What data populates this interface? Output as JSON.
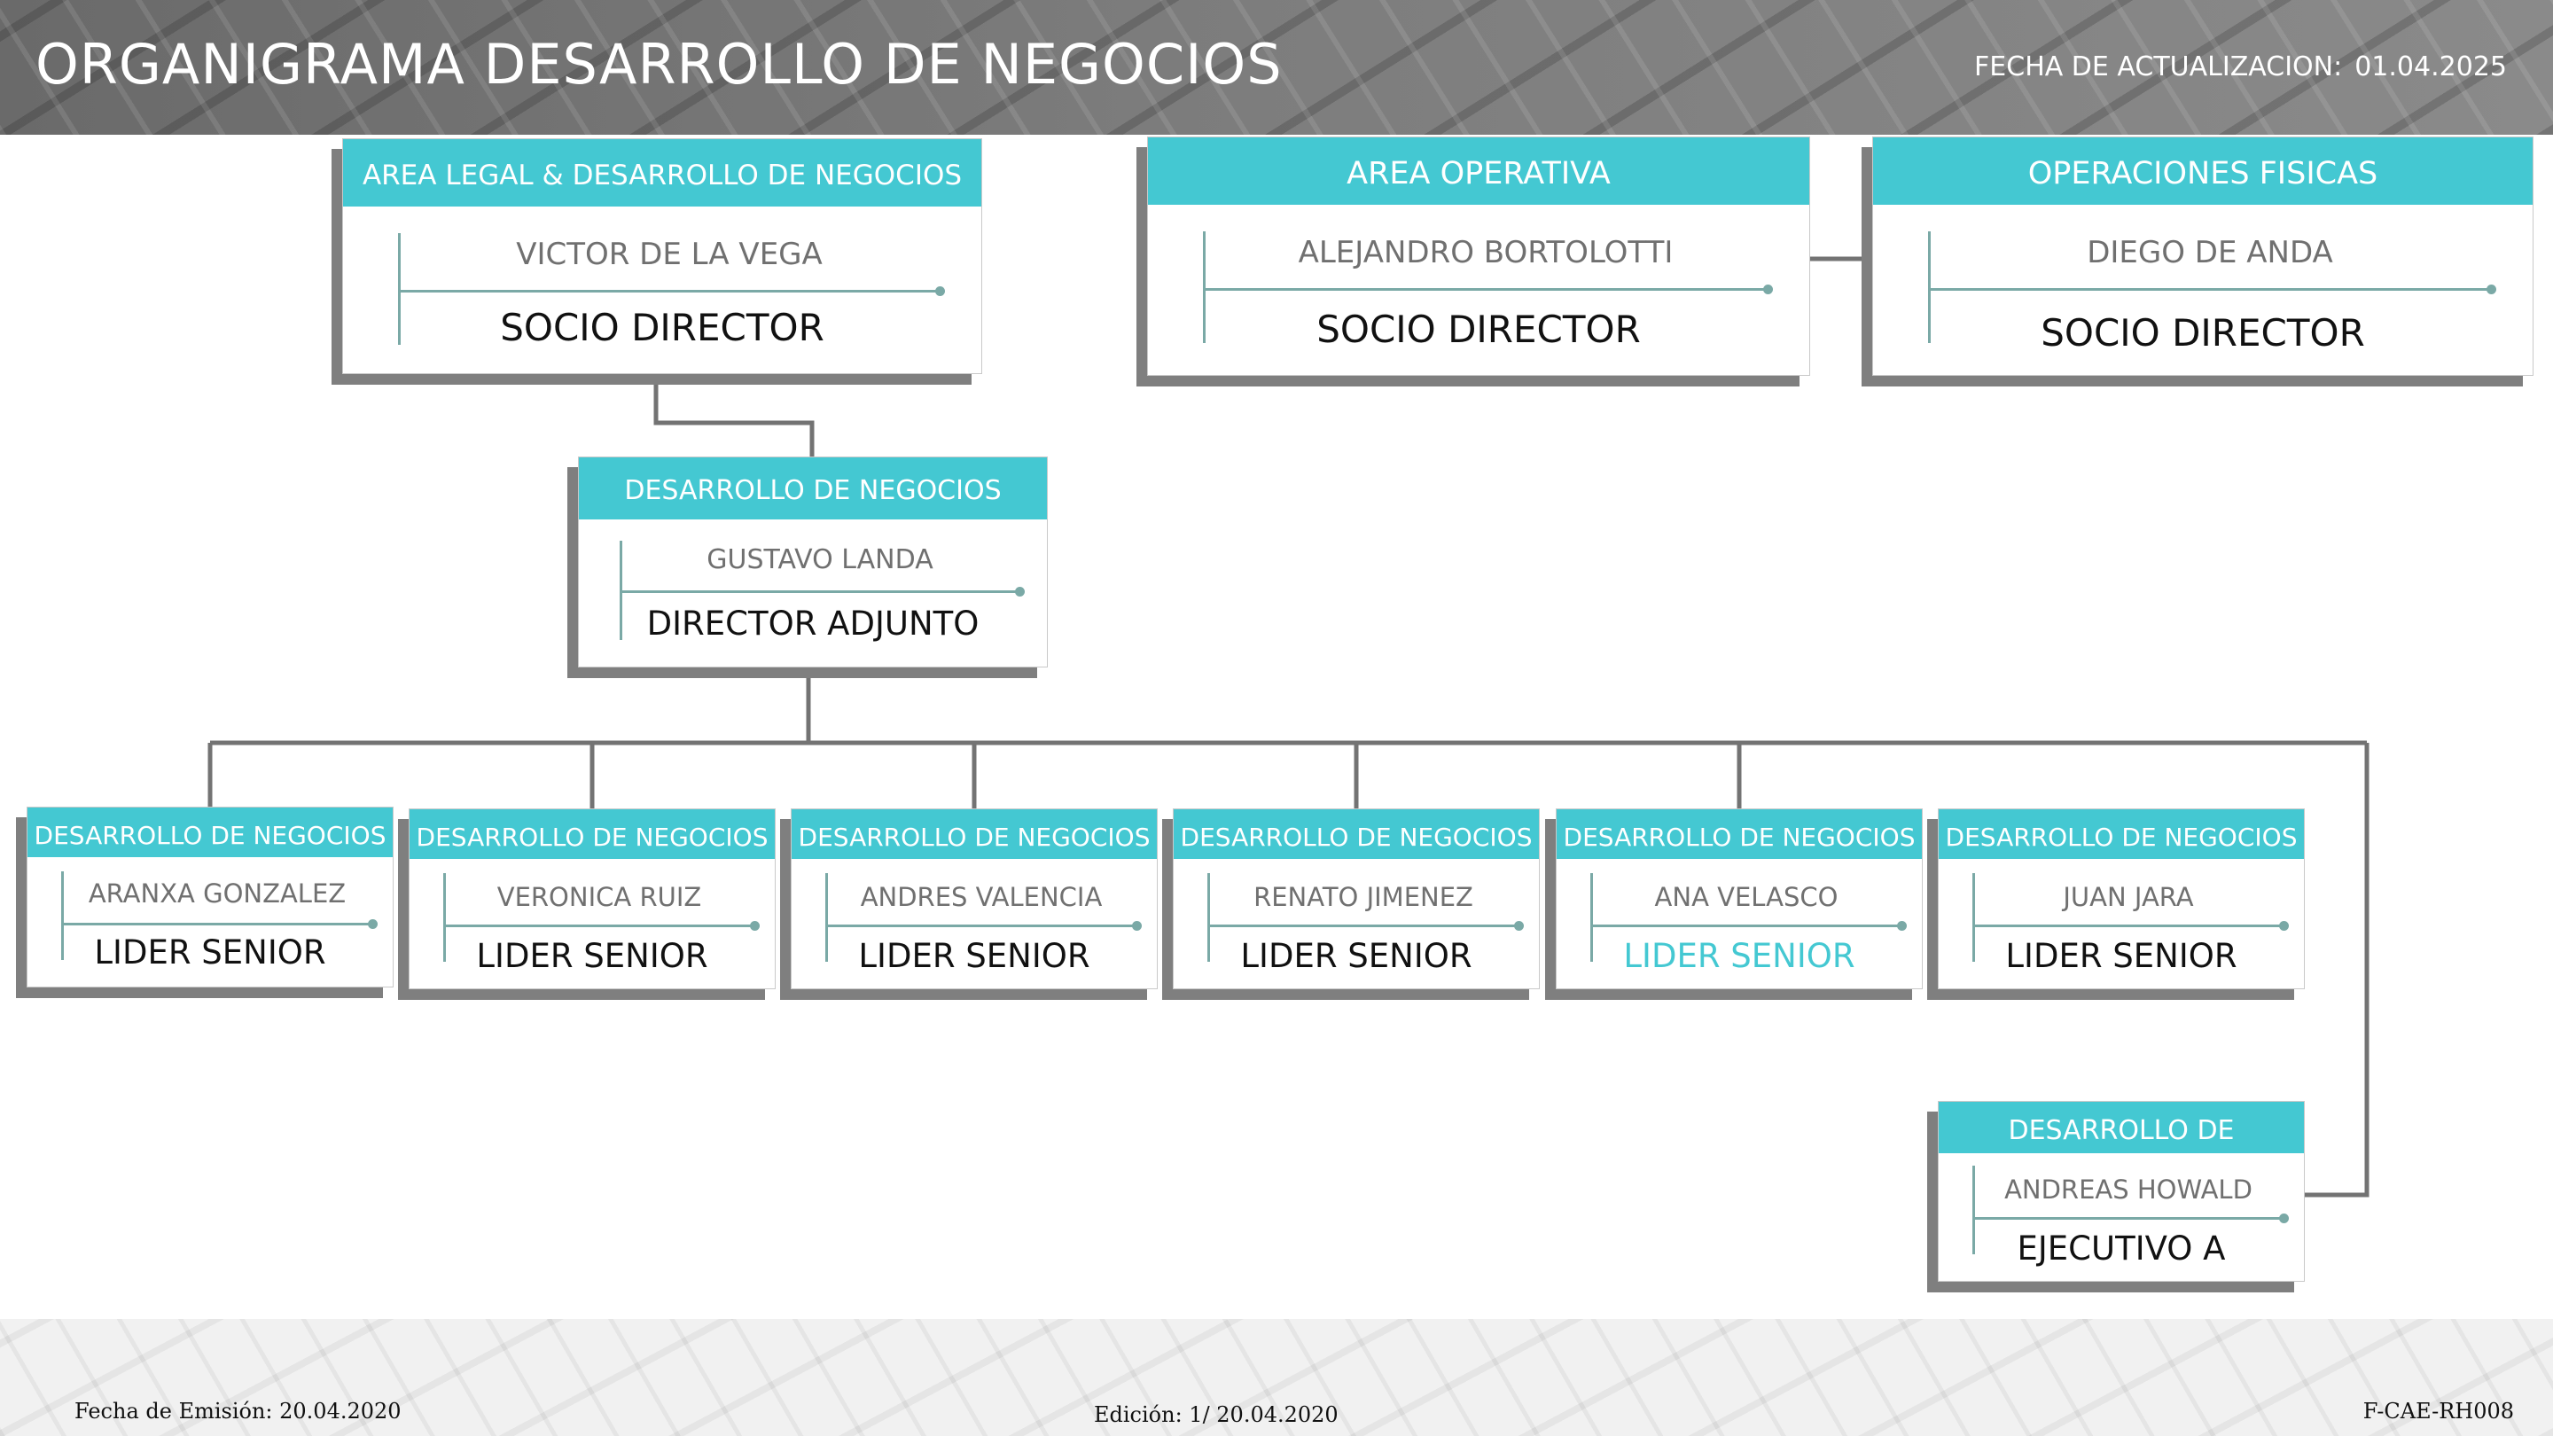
{
  "header": {
    "title": "ORGANIGRAMA DESARROLLO DE NEGOCIOS",
    "date_label": "FECHA DE ACTUALIZACION:",
    "date_value": "01.04.2025"
  },
  "top_cards": [
    {
      "area": "AREA LEGAL & DESARROLLO DE NEGOCIOS",
      "name": "VICTOR DE LA VEGA",
      "role": "SOCIO DIRECTOR"
    },
    {
      "area": "AREA OPERATIVA",
      "name": "ALEJANDRO BORTOLOTTI",
      "role": "SOCIO DIRECTOR"
    },
    {
      "area": "OPERACIONES FISICAS",
      "name": "DIEGO DE ANDA",
      "role": "SOCIO DIRECTOR"
    }
  ],
  "director": {
    "area": "DESARROLLO DE NEGOCIOS",
    "name": "GUSTAVO LANDA",
    "role": "DIRECTOR ADJUNTO"
  },
  "leaders": [
    {
      "area": "DESARROLLO DE NEGOCIOS",
      "name": "ARANXA GONZALEZ",
      "role": "LIDER SENIOR"
    },
    {
      "area": "DESARROLLO DE NEGOCIOS",
      "name": "VERONICA RUIZ",
      "role": "LIDER SENIOR"
    },
    {
      "area": "DESARROLLO DE NEGOCIOS",
      "name": "ANDRES VALENCIA",
      "role": "LIDER SENIOR"
    },
    {
      "area": "DESARROLLO DE NEGOCIOS",
      "name": "RENATO JIMENEZ",
      "role": "LIDER SENIOR"
    },
    {
      "area": "DESARROLLO DE NEGOCIOS",
      "name": "ANA VELASCO",
      "role": "LIDER SENIOR",
      "highlight": true
    },
    {
      "area": "DESARROLLO DE NEGOCIOS",
      "name": "JUAN JARA",
      "role": "LIDER SENIOR"
    }
  ],
  "executive": {
    "area": "DESARROLLO DE",
    "name": "ANDREAS HOWALD",
    "role": "EJECUTIVO A"
  },
  "footer": {
    "emission": "Fecha de Emisión: 20.04.2020",
    "edition": "Edición: 1/ 20.04.2020",
    "code": "F-CAE-RH008"
  },
  "colors": {
    "accent": "#44c8d2",
    "shadow": "#7f7f7f",
    "line": "#7aa9a6",
    "connector": "#737373"
  }
}
